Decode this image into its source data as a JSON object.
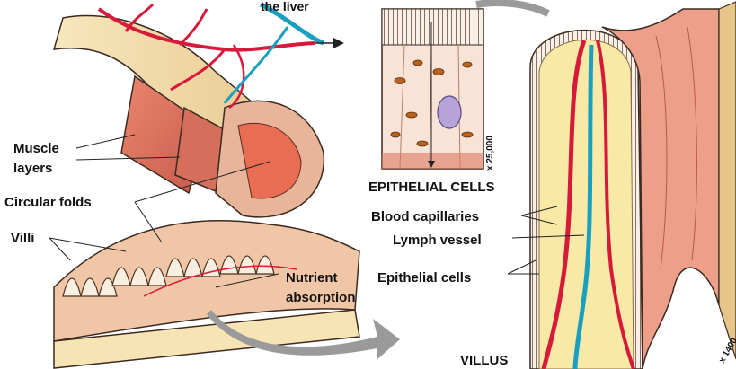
{
  "labels": {
    "liver": "the liver",
    "muscle_1": "Muscle",
    "muscle_2": "layers",
    "circular_folds": "Circular folds",
    "villi": "Villi",
    "nutrient_1": "Nutrient",
    "nutrient_2": "absorption",
    "epithelial_cells_title": "EPITHELIAL CELLS",
    "magnification_cells": "x 25,000",
    "blood_capillaries": "Blood capillaries",
    "lymph_vessel": "Lymph vessel",
    "epithelial_cells": "Epithelial cells",
    "villus": "VILLUS",
    "magnification_villus": "x 1400"
  },
  "colors": {
    "artery": "#d7193a",
    "lymph": "#1b9fbf",
    "tissue": "#f1a58d",
    "tissue_dark": "#d9796a",
    "intestine_outer": "#f6e4b5",
    "villus_core": "#f8e9a6",
    "arrow": "#9a9a9a"
  }
}
